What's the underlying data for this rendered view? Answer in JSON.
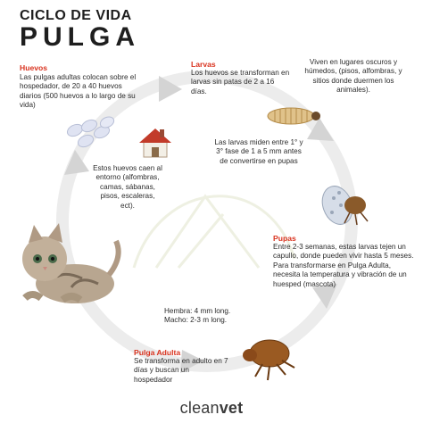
{
  "header": {
    "line1": "CICLO DE VIDA",
    "line2": "PULGA"
  },
  "stages": {
    "huevos": {
      "title": "Huevos",
      "text": "Las pulgas adultas colocan sobre el hospedador, de 20 a 40 huevos diarios (500 huevos a lo largo de su vida)",
      "note": "Estos huevos caen al entorno (alfombras, camas, sábanas, pisos, escaleras, ect)."
    },
    "larvas": {
      "title": "Larvas",
      "text": "Los huevos se transforman en larvas sin patas de 2 a 16 días.",
      "side_note": "Viven en lugares oscuros y húmedos, (pisos, alfombras, y sitios donde duermen los animales).",
      "size_note": "Las larvas miden entre 1° y 3° fase de 1 a 5 mm antes de convertirse en pupas"
    },
    "pupas": {
      "title": "Pupas",
      "text": "Entre 2-3 semanas, estas larvas tejen un capullo, donde pueden vivir hasta 5 meses. Para transformarse en Pulga Adulta, necesita la temperatura y vibración de un huesped (mascota)"
    },
    "adulta": {
      "title": "Pulga Adulta",
      "text": "Se transforma en adulto en 7 días y buscan un hospedador",
      "sizes": "Hembra: 4 mm long. Macho: 2-3 m long."
    }
  },
  "brand": {
    "light": "clean",
    "bold": "vet"
  },
  "colors": {
    "accent": "#d9331f",
    "cycle": "#e6e6e6",
    "arrow": "#cfcfcf"
  }
}
